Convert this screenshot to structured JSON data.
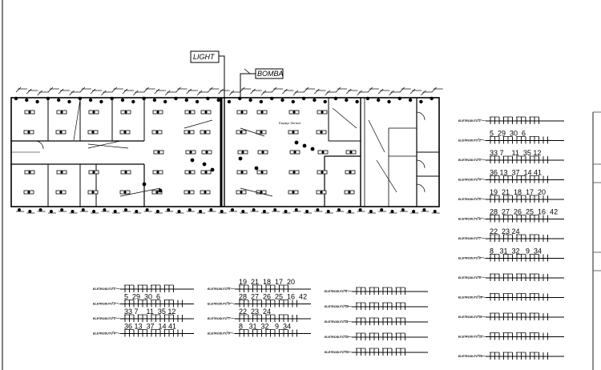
{
  "callouts": {
    "light": "LIGHT",
    "bomba": "BOMBA"
  },
  "plan": {
    "room_label": "Espaço Sensor"
  },
  "right_column": [
    {
      "label": "ELETRODUTO 1",
      "numbers": ""
    },
    {
      "label": "ELETRODUTO 2",
      "numbers": "5  29  30  6"
    },
    {
      "label": "ELETRODUTO 3",
      "numbers": "33 7    11  35 12"
    },
    {
      "label": "ELETRODUTO 4",
      "numbers": "36 13  37  14 41"
    },
    {
      "label": "ELETRODUTO 5",
      "numbers": "19  21  18  17  20"
    },
    {
      "label": "ELETRODUTO 6",
      "numbers": "28  27  26  25  16  42"
    },
    {
      "label": "ELETRODUTO 7",
      "numbers": "22  23 24"
    },
    {
      "label": "ELETRODUTO 8",
      "numbers": "8   31  32   9  34"
    },
    {
      "label": "ELETRODUTO 9",
      "numbers": ""
    },
    {
      "label": "ELETRODUTO 10",
      "numbers": ""
    },
    {
      "label": "ELETRODUTO 11",
      "numbers": ""
    },
    {
      "label": "ELETRODUTO 12",
      "numbers": ""
    },
    {
      "label": "ELETRODUTO 13",
      "numbers": ""
    }
  ],
  "bottom_col_a": [
    {
      "label": "ELETRODUTO 1",
      "numbers": ""
    },
    {
      "label": "ELETRODUTO 2",
      "numbers": "5  29  30  6"
    },
    {
      "label": "ELETRODUTO 3",
      "numbers": "33 7    11  35 12"
    },
    {
      "label": "ELETRODUTO 4",
      "numbers": "36 13  37  14 41"
    }
  ],
  "bottom_col_b": [
    {
      "label": "ELETRODUTO 5",
      "numbers": "19  21  18  17  20"
    },
    {
      "label": "ELETRODUTO 6",
      "numbers": "28  27  26  25  16  42"
    },
    {
      "label": "ELETRODUTO 7",
      "numbers": "22  23  24"
    },
    {
      "label": "ELETRODUTO 8",
      "numbers": "8   31  32   9  34"
    }
  ],
  "bottom_col_c": [
    {
      "label": "ELETRODUTO 9",
      "numbers": ""
    },
    {
      "label": "ELETRODUTO 10",
      "numbers": ""
    },
    {
      "label": "ELETRODUTO 11",
      "numbers": ""
    },
    {
      "label": "ELETRODUTO 12",
      "numbers": ""
    },
    {
      "label": "ELETRODUTO 13",
      "numbers": ""
    }
  ]
}
